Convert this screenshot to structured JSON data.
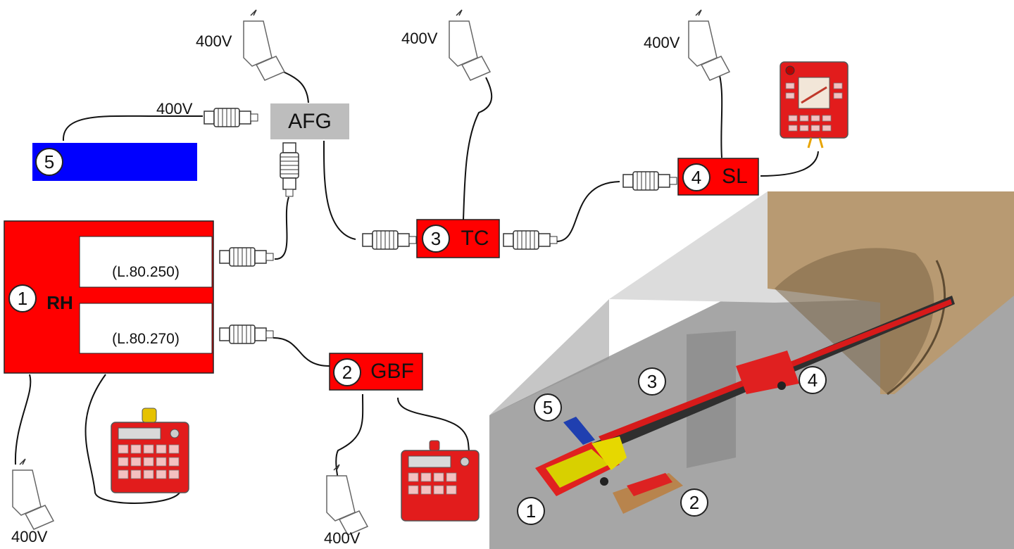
{
  "colors": {
    "red": "#ff0000",
    "blue": "#0000ff",
    "grey": "#bdbdbd",
    "tunnel": "#b89a72",
    "floor": "#a3a3a3"
  },
  "modules": {
    "rh": {
      "num": "1",
      "label": "RH",
      "sub1": "(L.80.250)",
      "sub2": "(L.80.270)"
    },
    "gbf": {
      "num": "2",
      "label": "GBF"
    },
    "tc": {
      "num": "3",
      "label": "TC"
    },
    "sl": {
      "num": "4",
      "label": "SL"
    },
    "blue": {
      "num": "5"
    },
    "afg": {
      "label": "AFG"
    }
  },
  "voltage_labels": [
    "400V",
    "400V",
    "400V",
    "400V",
    "400V",
    "400V"
  ],
  "render_callouts": [
    "1",
    "2",
    "3",
    "4",
    "5"
  ]
}
